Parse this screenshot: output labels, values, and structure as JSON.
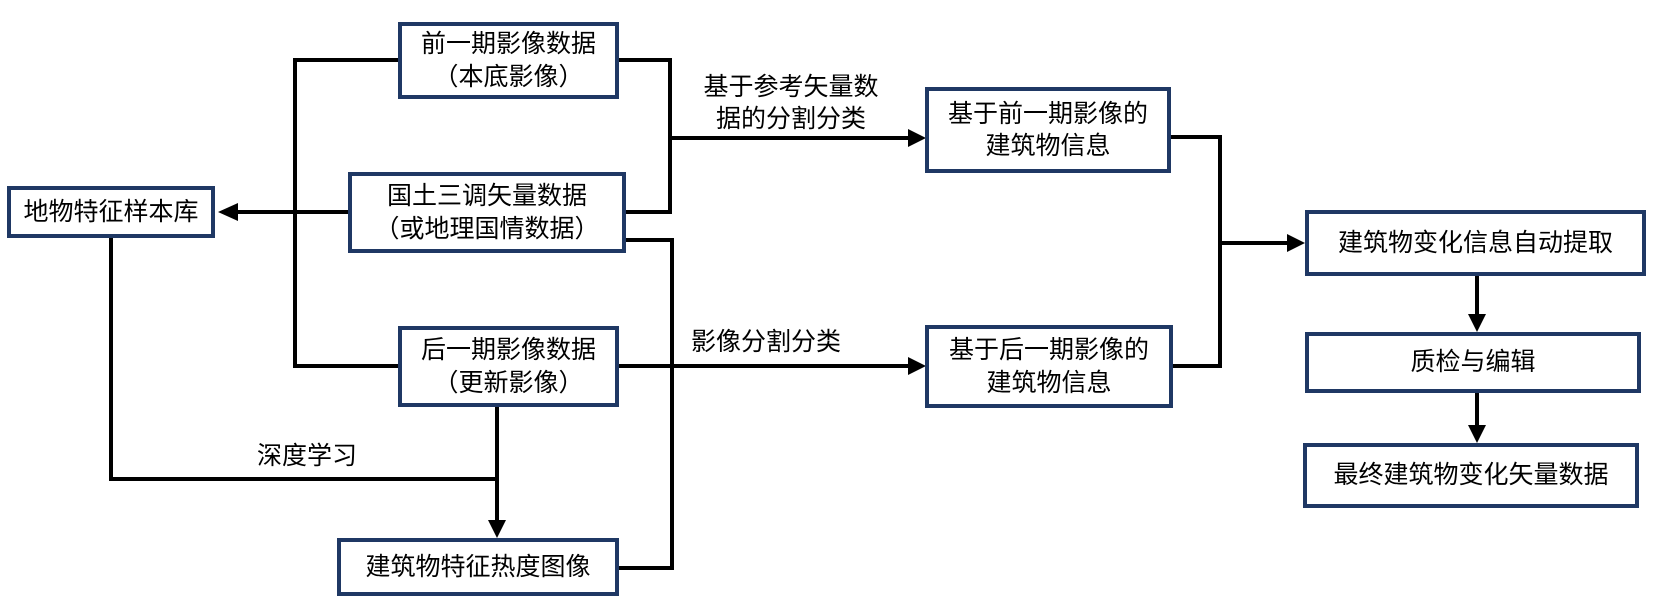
{
  "colors": {
    "box_border": "#1f3864",
    "connector": "#000000",
    "text": "#000000",
    "background": "#ffffff"
  },
  "nodes": {
    "prev_image": {
      "line1": "前一期影像数据",
      "line2": "（本底影像）"
    },
    "sample_lib": {
      "line1": "地物特征样本库"
    },
    "vector_data": {
      "line1": "国土三调矢量数据",
      "line2": "（或地理国情数据）"
    },
    "next_image": {
      "line1": "后一期影像数据",
      "line2": "（更新影像）"
    },
    "heat_image": {
      "line1": "建筑物特征热度图像"
    },
    "prev_buildings": {
      "line1": "基于前一期影像的",
      "line2": "建筑物信息"
    },
    "next_buildings": {
      "line1": "基于后一期影像的",
      "line2": "建筑物信息"
    },
    "auto_extract": {
      "line1": "建筑物变化信息自动提取"
    },
    "qc_edit": {
      "line1": "质检与编辑"
    },
    "final_vector": {
      "line1": "最终建筑物变化矢量数据"
    }
  },
  "edge_labels": {
    "seg_ref": {
      "line1": "基于参考矢量数",
      "line2": "据的分割分类"
    },
    "seg_img": "影像分割分类",
    "deep_learning": "深度学习"
  },
  "edges": [
    {
      "from": [
        "prev_image",
        "vector_data",
        "next_image"
      ],
      "to": "sample_lib",
      "label": "",
      "arrow": true
    },
    {
      "from": [
        "prev_image",
        "vector_data"
      ],
      "to": "prev_buildings",
      "label": "基于参考矢量数据的分割分类",
      "arrow": true
    },
    {
      "from": [
        "next_image"
      ],
      "to": "next_buildings",
      "label": "影像分割分类",
      "arrow": true
    },
    {
      "from": [
        "vector_data"
      ],
      "to": "heat_image",
      "label": "",
      "arrow": false
    },
    {
      "from": [
        "sample_lib",
        "next_image"
      ],
      "to": "heat_image",
      "label": "深度学习",
      "arrow": true
    },
    {
      "from": [
        "prev_buildings",
        "next_buildings"
      ],
      "to": "auto_extract",
      "label": "",
      "arrow": true
    },
    {
      "from": [
        "auto_extract"
      ],
      "to": "qc_edit",
      "label": "",
      "arrow": true
    },
    {
      "from": [
        "qc_edit"
      ],
      "to": "final_vector",
      "label": "",
      "arrow": true
    }
  ]
}
